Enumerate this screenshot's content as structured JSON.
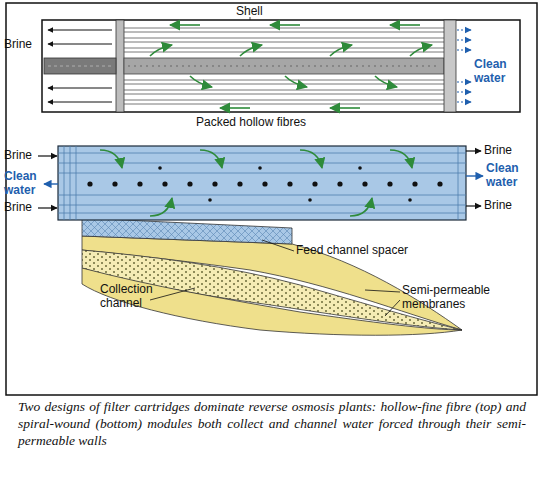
{
  "diagram": {
    "caption": "Two designs of filter cartridges dominate reverse osmosis plants: hollow-fine fibre (top) and spiral-wound (bottom) modules both collect and channel water forced through their semi-permeable walls",
    "labels": [
      "Shell",
      "Brine",
      "Clean water",
      "Packed hollow fibres",
      "Brine",
      "Brine",
      "Clean water",
      "Clean water",
      "Brine",
      "Brine",
      "Feed channel spacer",
      "Collection channel",
      "Semi-permeable membranes"
    ]
  }
}
